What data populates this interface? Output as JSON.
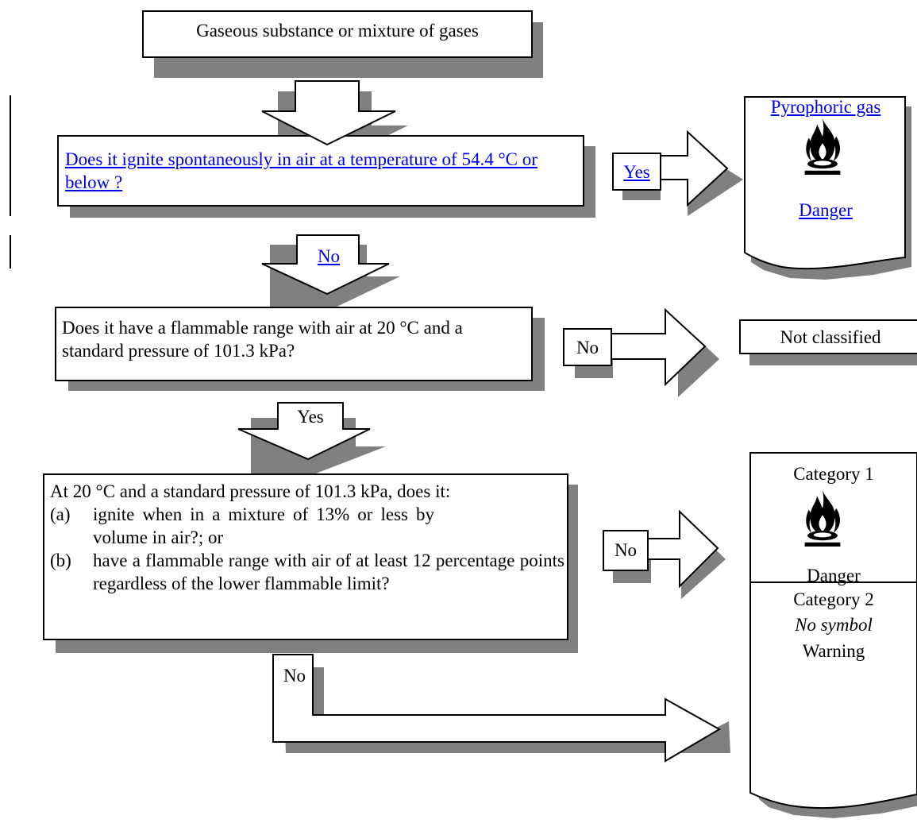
{
  "start_box": {
    "text": "Gaseous substance or mixture of gases"
  },
  "question1": {
    "text": "Does it ignite spontaneously in air at a temperature of 54.4 °C or below ?"
  },
  "question1_yes_label": "Yes",
  "question1_no_label": "No",
  "pyrophoric_result": {
    "title": "Pyrophoric gas",
    "signal_word": "Danger",
    "icon": "flame-pictogram"
  },
  "question2": {
    "text": "Does it have a flammable range with air at 20 °C and a standard pressure of 101.3 kPa?"
  },
  "question2_no_label": "No",
  "question2_yes_label": "Yes",
  "not_classified": {
    "text": "Not classified"
  },
  "question3": {
    "intro": "At 20 °C and a standard pressure of 101.3 kPa, does it:",
    "items": [
      {
        "label": "(a)",
        "text": "ignite when in a mixture of 13% or less by volume in air?; or"
      },
      {
        "label": "(b)",
        "text": "have a flammable range with air of at least 12 percentage points regardless of the lower flammable limit?"
      }
    ]
  },
  "question3_arrow_label": "No",
  "question3_down_label": "No",
  "category1": {
    "title": "Category 1",
    "signal_word": "Danger",
    "icon": "flame-pictogram"
  },
  "category2": {
    "title": "Category 2",
    "symbol_note": "No symbol",
    "signal_word": "Warning"
  }
}
